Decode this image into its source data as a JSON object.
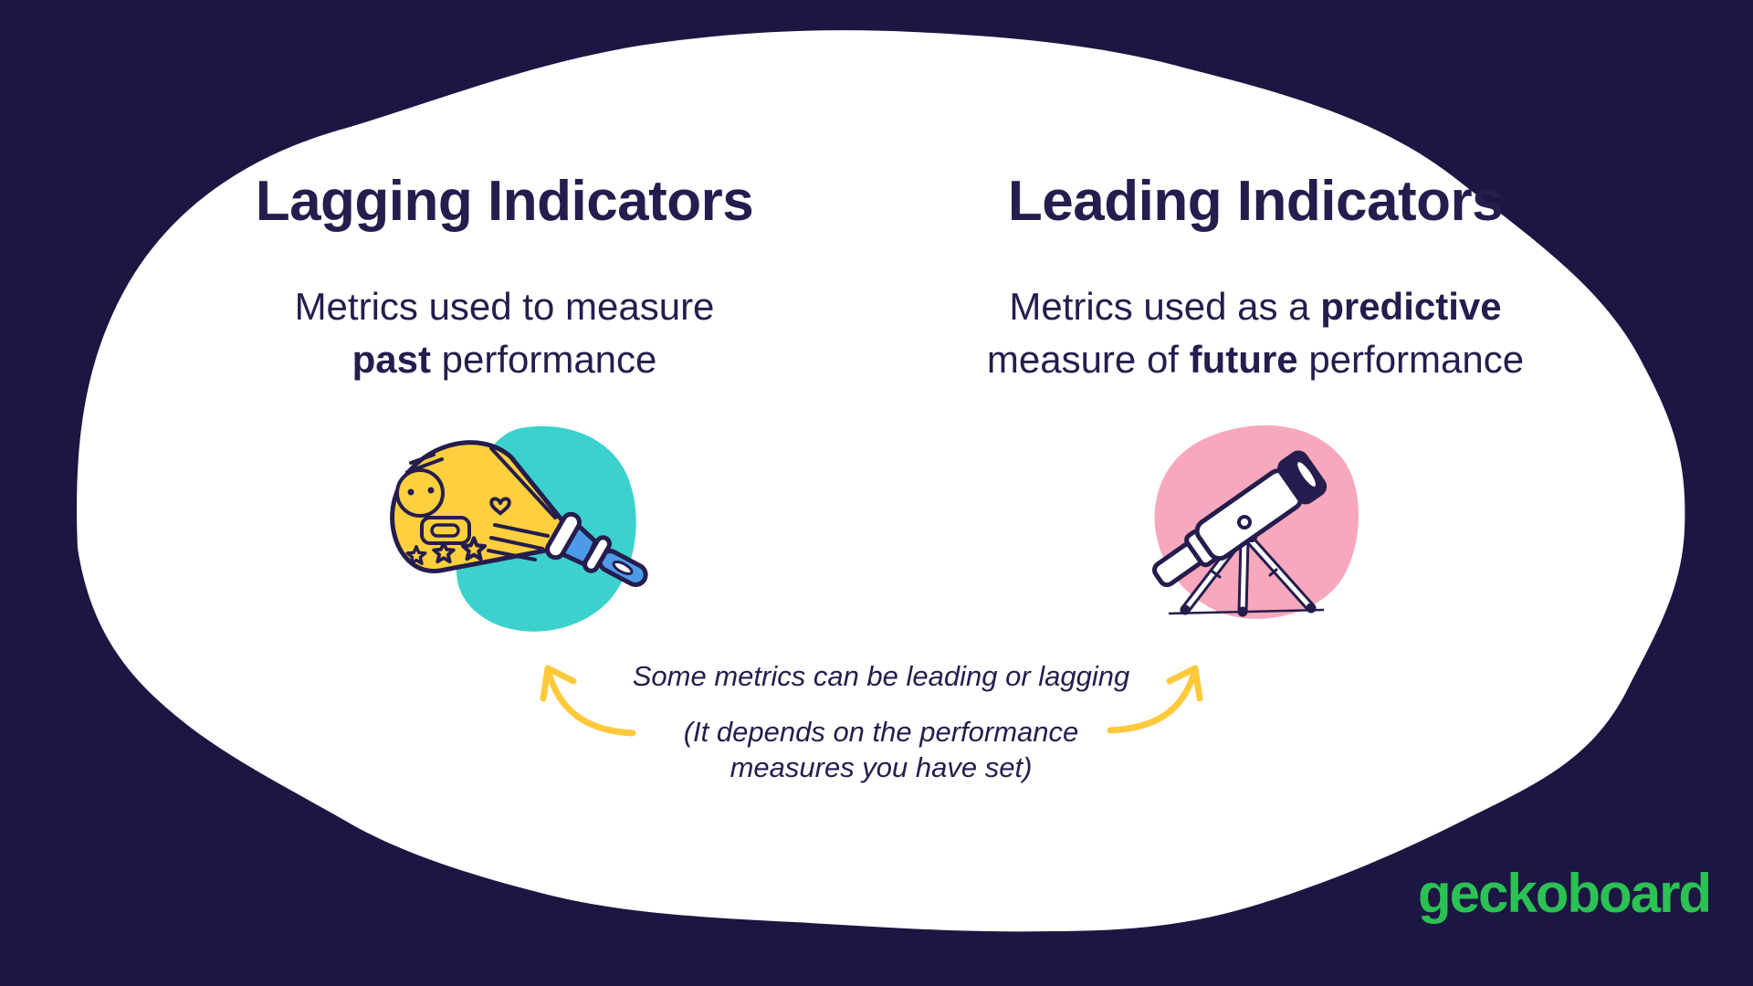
{
  "colors": {
    "background_navy": "#1C1643",
    "card_white": "#FFFFFF",
    "text_navy": "#241D4D",
    "teal_blob": "#3CD1CC",
    "pink_blob": "#F7A8BC",
    "doodle_yellow": "#FFD03E",
    "arrow_yellow": "#FFC93C",
    "handle_blue": "#4D9BE8",
    "logo_green": "#2BC153"
  },
  "left_panel": {
    "title": "Lagging Indicators",
    "subtitle_line1": "Metrics used to measure",
    "subtitle_bold": "past",
    "subtitle_end": " performance",
    "illustration": "megaphone-icon"
  },
  "right_panel": {
    "title": "Leading Indicators",
    "subtitle_line1_start": "Metrics used as a ",
    "subtitle_bold1": "predictive",
    "subtitle_line2_start": "measure of ",
    "subtitle_bold2": "future",
    "subtitle_line2_end": " performance",
    "illustration": "telescope-icon"
  },
  "center_note": {
    "line1": "Some metrics can be leading or lagging",
    "line2": "(It depends on the performance",
    "line3": "measures you have set)"
  },
  "footer": {
    "brand": "geckoboard"
  }
}
